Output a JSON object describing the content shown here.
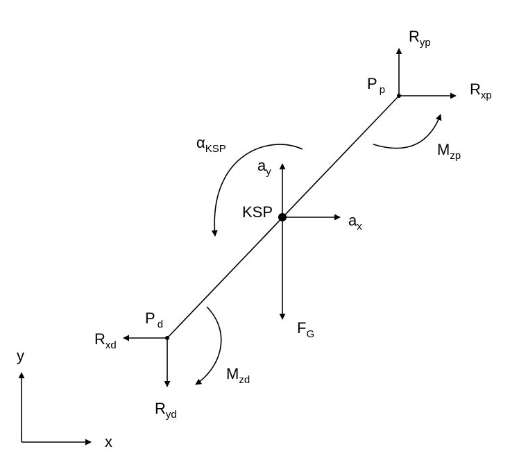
{
  "labels": {
    "pp": {
      "main": "P",
      "sub": "p"
    },
    "pd": {
      "main": "P",
      "sub": "d"
    },
    "ryp": {
      "main": "R",
      "sub": "yp"
    },
    "rxp": {
      "main": "R",
      "sub": "xp"
    },
    "mzp": {
      "main": "M",
      "sub": "zp"
    },
    "alpha": {
      "main": "α",
      "sub": "KSP"
    },
    "ay": {
      "main": "a",
      "sub": "y"
    },
    "ax": {
      "main": "a",
      "sub": "x"
    },
    "ksp": "KSP",
    "fg": {
      "main": "F",
      "sub": "G"
    },
    "rxd": {
      "main": "R",
      "sub": "xd"
    },
    "ryd": {
      "main": "R",
      "sub": "yd"
    },
    "mzd": {
      "main": "M",
      "sub": "zd"
    },
    "axis_y": "y",
    "axis_x": "x"
  },
  "colors": {
    "ink": "#000000",
    "background": "#ffffff"
  }
}
